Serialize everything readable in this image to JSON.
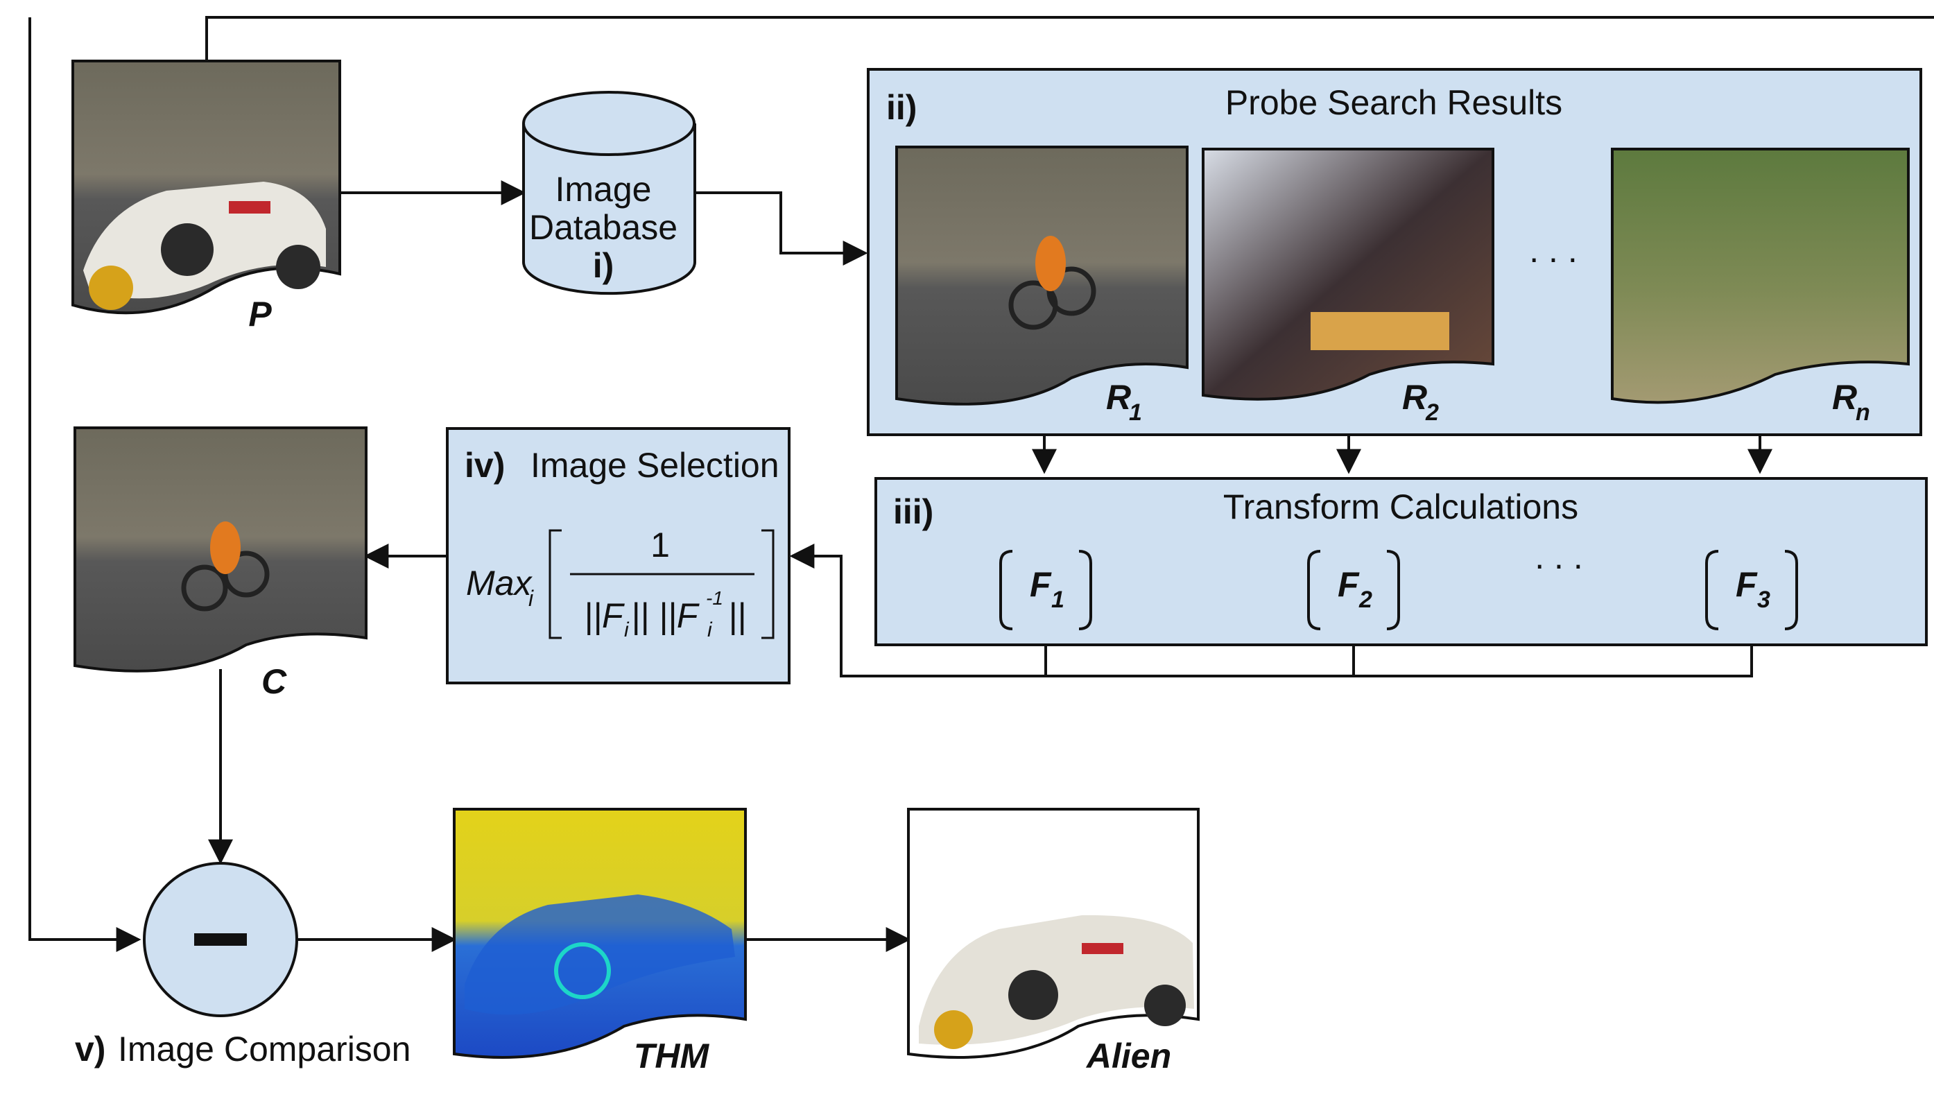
{
  "diagram": {
    "probe": {
      "label": "P"
    },
    "database": {
      "line1": "Image",
      "line2": "Database",
      "tag": "i)"
    },
    "search": {
      "tag": "ii)",
      "title": "Probe Search Results",
      "ellipsis": ". . .",
      "results": [
        {
          "label": "R",
          "sub": "1"
        },
        {
          "label": "R",
          "sub": "2"
        },
        {
          "label": "R",
          "sub": "n"
        }
      ]
    },
    "transform": {
      "tag": "iii)",
      "title": "Transform Calculations",
      "ellipsis": ". . .",
      "items": [
        {
          "label": "F",
          "sub": "1"
        },
        {
          "label": "F",
          "sub": "2"
        },
        {
          "label": "F",
          "sub": "3"
        }
      ]
    },
    "selection": {
      "tag": "iv)",
      "title": "Image Selection",
      "max": "Max",
      "max_sub": "i",
      "numerator": "1",
      "den_1": "||F",
      "den_2": "i",
      "den_3": "|| ||F",
      "den_4": "i",
      "den_5": "-1",
      "den_6": "||"
    },
    "candidate": {
      "label": "C"
    },
    "comparison": {
      "tag": "v)",
      "label": "Image Comparison",
      "operator": "−"
    },
    "thm": {
      "label": "THM"
    },
    "alien": {
      "label": "Alien"
    },
    "colors": {
      "box_fill": "#cfe0f1",
      "stroke": "#111111"
    }
  }
}
